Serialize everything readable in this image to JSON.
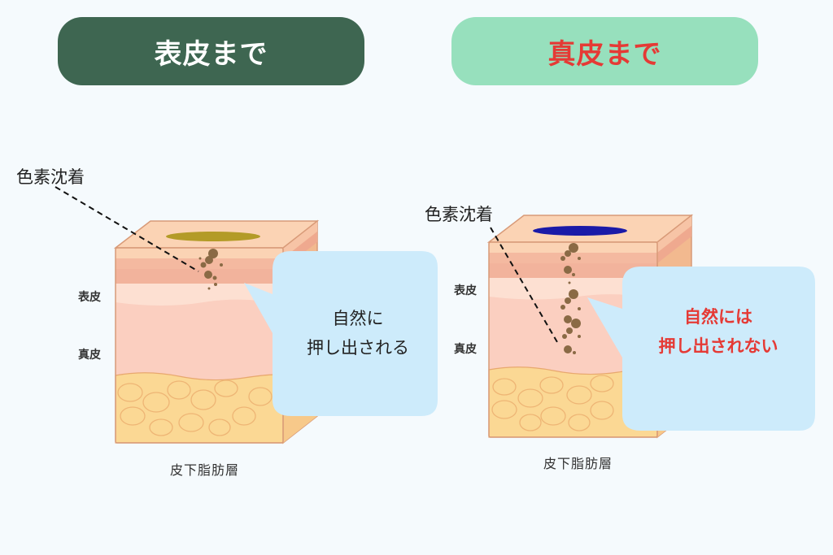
{
  "headers": {
    "left": {
      "label": "表皮まで",
      "bg_color": "#3e6651",
      "text_color": "#ffffff"
    },
    "right": {
      "label": "真皮まで",
      "bg_color": "#97e0bd",
      "text_color": "#e53a35"
    }
  },
  "left_diagram": {
    "pigment_label": "色素沈着",
    "layer_labels": {
      "epidermis": "表皮",
      "dermis": "真皮"
    },
    "bottom_label": "皮下脂肪層",
    "surface_spot_color": "#b39b27",
    "bubble": {
      "line1": "自然に",
      "line2": "押し出される",
      "text_color": "#222222"
    }
  },
  "right_diagram": {
    "pigment_label": "色素沈着",
    "layer_labels": {
      "epidermis": "表皮",
      "dermis": "真皮"
    },
    "bottom_label": "皮下脂肪層",
    "surface_spot_color": "#1a1aa8",
    "bubble": {
      "line1": "自然には",
      "line2": "押し出されない",
      "text_color": "#e53a35"
    }
  },
  "colors": {
    "background": "#f5fafd",
    "bubble": "#cdebfb",
    "skin_top": "#fbd3b4",
    "epidermis_band": "#f4b9a0",
    "dermis": "#fbcfc0",
    "fat": "#fbd894"
  }
}
